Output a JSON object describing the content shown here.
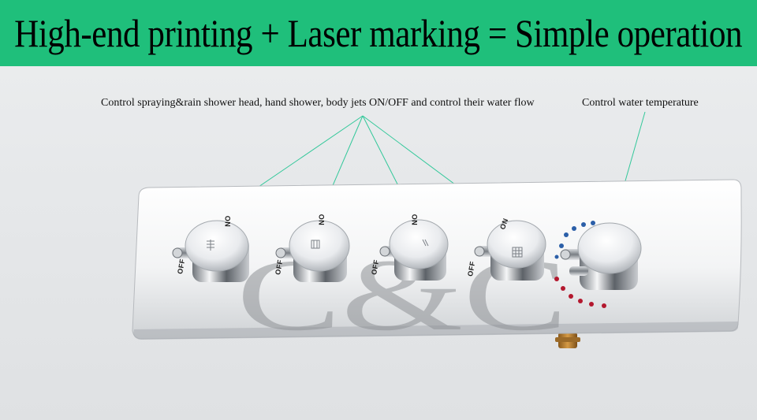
{
  "banner": {
    "title": "High-end printing + Laser marking = Simple operation",
    "background": "#1fbf7b"
  },
  "callouts": {
    "left": "Control spraying&rain shower head, hand shower, body jets ON/OFF and control their water flow",
    "right": "Control water temperature",
    "line_color": "#33c89a"
  },
  "panel": {
    "watermark": "C&C",
    "valves": [
      {
        "on_label": "ON",
        "off_label": "OFF",
        "icon": "rain-shower-head-icon"
      },
      {
        "on_label": "ON",
        "off_label": "OFF",
        "icon": "hand-shower-icon"
      },
      {
        "on_label": "ON",
        "off_label": "OFF",
        "icon": "body-jet-icon"
      },
      {
        "on_label": "ON",
        "off_label": "OFF",
        "icon": "square-shower-head-icon"
      }
    ],
    "thermostat": {
      "cold_color": "#2b5fa8",
      "hot_color": "#b3182e"
    }
  }
}
